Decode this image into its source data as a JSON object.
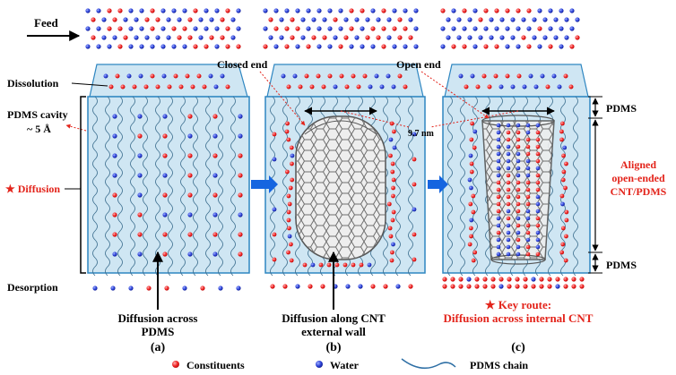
{
  "labels": {
    "feed": "Feed",
    "dissolution": "Dissolution",
    "pdms_cavity_line1": "PDMS cavity",
    "pdms_cavity_line2": "~ 5 Å",
    "diffusion": "★ Diffusion",
    "desorption": "Desorption",
    "closed_end": "Closed end",
    "open_end": "Open end",
    "cnt_diameter": "9.7 nm",
    "pdms_top": "PDMS",
    "pdms_bottom": "PDMS",
    "aligned_line1": "Aligned",
    "aligned_line2": "open-ended",
    "aligned_line3": "CNT/PDMS"
  },
  "panels": [
    {
      "id": "a",
      "caption_line1": "Diffusion across",
      "caption_line2": "PDMS",
      "letter": "(a)"
    },
    {
      "id": "b",
      "caption_line1": "Diffusion along CNT",
      "caption_line2": "external wall",
      "letter": "(b)"
    },
    {
      "id": "c",
      "caption_line1": "★ Key route:",
      "caption_line2": "Diffusion across internal CNT",
      "letter": "(c)"
    }
  ],
  "legend": {
    "constituents": "Constituents",
    "water": "Water",
    "pdms_chain": "PDMS chain"
  },
  "colors": {
    "constituent": "#ee2020",
    "water": "#2a3fd6",
    "membrane_fill": "#cfe6f3",
    "membrane_edge": "#2e86c1",
    "arrow_blue": "#1565e0",
    "annotation_red": "#e3241b",
    "cnt": "#707070"
  }
}
